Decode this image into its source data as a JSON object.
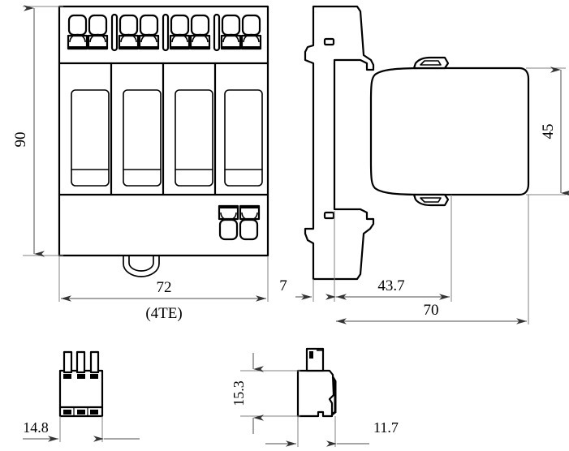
{
  "drawing": {
    "title": "Surge protective device dimensional drawing",
    "units": "mm",
    "line_color": "#000000",
    "dimension_color": "#4d4d4d",
    "background": "#ffffff"
  },
  "dimensions": {
    "height_front": "90",
    "width_front": "72",
    "width_note": "(4TE)",
    "depth_rail_offset": "7",
    "depth_body": "43.7",
    "depth_total": "70",
    "height_side": "45",
    "module_width": "14.8",
    "module_height": "15.3",
    "module_depth": "11.7"
  },
  "views": {
    "front": {
      "name": "front-view",
      "modules": 4,
      "top_terminals": 8,
      "bottom_terminals": 2,
      "separators": 3
    },
    "side": {
      "name": "side-view",
      "din_clips": 2,
      "latch_tabs": 2
    },
    "detail_front": {
      "name": "detail-front-view",
      "pins": 3
    },
    "detail_side": {
      "name": "detail-side-view"
    }
  },
  "chart_data": {
    "type": "table",
    "title": "Dimensional callouts",
    "categories": [
      "90",
      "72",
      "(4TE)",
      "7",
      "43.7",
      "70",
      "45",
      "14.8",
      "15.3",
      "11.7"
    ],
    "values": [
      90,
      72,
      0,
      7,
      43.7,
      70,
      45,
      14.8,
      15.3,
      11.7
    ],
    "xlabel": "",
    "ylabel": "mm"
  }
}
